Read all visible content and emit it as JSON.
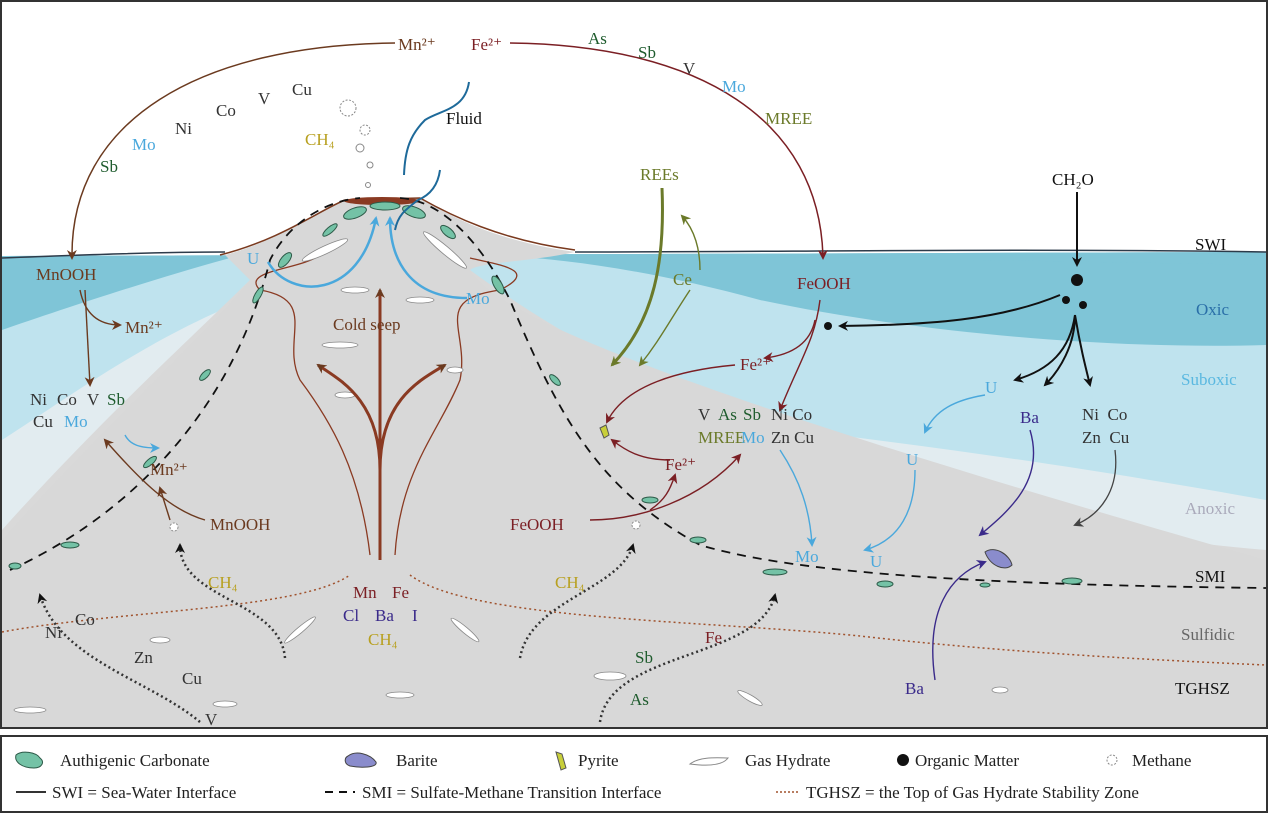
{
  "colors": {
    "oxic": "#7fc5d7",
    "suboxic": "#bfe3ee",
    "anoxic": "#e2ecf0",
    "sediment": "#d9d9d9",
    "carbonate": "#74c2a6",
    "barite": "#8a8ccc",
    "pyrite": "#c8cf3a",
    "brown": "#6b3a1f",
    "darkred": "#7b1f24",
    "green": "#1f5c2e",
    "blue": "#4aa8dc",
    "olive": "#6b7a2a",
    "purple": "#3a2a8a",
    "yellow": "#b8a020"
  },
  "zones": {
    "swi": "SWI",
    "oxic": "Oxic",
    "suboxic": "Suboxic",
    "anoxic": "Anoxic",
    "smi": "SMI",
    "sulfidic": "Sulfidic",
    "tghsz": "TGHSZ"
  },
  "labels": {
    "top_cu": "Cu",
    "top_v": "V",
    "top_co": "Co",
    "top_ni": "Ni",
    "top_mo": "Mo",
    "top_sb": "Sb",
    "top_mn2": "Mn²⁺",
    "top_fe2": "Fe²⁺",
    "top_as": "As",
    "top_sb2": "Sb",
    "top_v2": "V",
    "top_mo2": "Mo",
    "top_mree": "MREE",
    "fluid": "Fluid",
    "ch4_top": "CH₄",
    "rees": "REEs",
    "ch2o": "CH₂O",
    "mnooh_left": "MnOOH",
    "mn2_left": "Mn²⁺",
    "u_mound": "U",
    "mo_mound": "Mo",
    "cold_seep": "Cold seep",
    "ce": "Ce",
    "feooh_right": "FeOOH",
    "fe2_right": "Fe²⁺",
    "left_nicovsb": [
      "Ni",
      "Co",
      "V",
      "Sb"
    ],
    "left_cumo": [
      "Cu",
      "Mo"
    ],
    "mid_vassb": [
      "V",
      "As",
      "Sb"
    ],
    "mid_nico": "Ni Co",
    "mid_mree": "MREE",
    "mid_mo": "Mo",
    "mid_zncu": "Zn Cu",
    "right_u1": "U",
    "right_ba": "Ba",
    "right_nico": "Ni  Co",
    "right_zncu": "Zn  Cu",
    "mn2_lower": "Mn²⁺",
    "fe2_lower": "Fe²⁺",
    "right_u2": "U",
    "mnooh_lower": "MnOOH",
    "feooh_lower": "FeOOH",
    "mo_lower": "Mo",
    "u_lower": "U",
    "ch4_left": "CH₄",
    "ch4_mid": "CH₄",
    "ch4_center": "CH₄",
    "mn": "Mn",
    "fe": "Fe",
    "cl": "Cl",
    "ba": "Ba",
    "i": "I",
    "bot_co": "Co",
    "bot_ni": "Ni",
    "bot_zn": "Zn",
    "bot_cu": "Cu",
    "bot_v": "V",
    "bot_sb": "Sb",
    "bot_fe": "Fe",
    "bot_as": "As",
    "bot_ba": "Ba"
  },
  "legend": {
    "carbonate": "Authigenic Carbonate",
    "barite": "Barite",
    "pyrite": "Pyrite",
    "gas_hydrate": "Gas Hydrate",
    "organic_matter": "Organic Matter",
    "methane": "Methane",
    "swi": "SWI = Sea-Water Interface",
    "smi": "SMI = Sulfate-Methane Transition Interface",
    "tghsz": "TGHSZ = the Top of Gas Hydrate Stability Zone"
  }
}
